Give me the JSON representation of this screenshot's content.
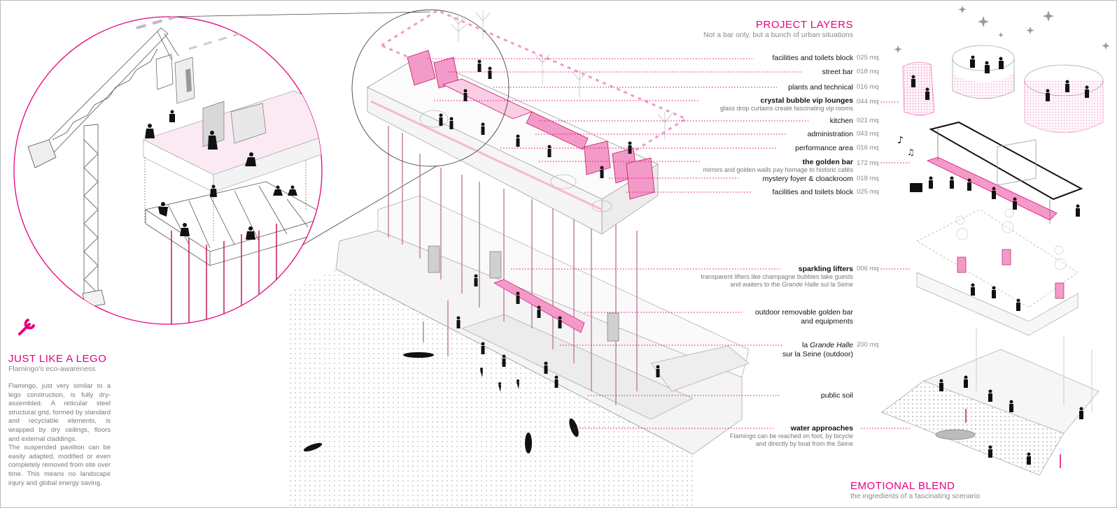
{
  "lego": {
    "title": "JUST LIKE A LEGO",
    "subtitle": "Flamingo's eco-awareness",
    "paragraph_1": "Flamingo, just very similar to a lego construction, is fully dry-assembled. A reticular steel structural grid, formed by standard and recyclable elements, is wrapped by dry ceilings, floors and external claddings.",
    "paragraph_2": "The suspended pavillion can be easily adapted, modified or even completely removed from site over time. This means no landscape injury and global energy saving.",
    "icon": "wrench-icon"
  },
  "project_layers": {
    "title": "PROJECT LAYERS",
    "subtitle": "Not a bar only, but a bunch of urban situations",
    "items": [
      {
        "label": "facilities and toilets block",
        "qty": "025 mq"
      },
      {
        "label": "street bar",
        "qty": "018 mq"
      },
      {
        "label": "plants and technical",
        "qty": "016 mq"
      },
      {
        "label": "crystal bubble vip lounges",
        "qty": "044 mq",
        "note": "glass drop curtains create fascinating vip rooms"
      },
      {
        "label": "kitchen",
        "qty": "021 mq"
      },
      {
        "label": "administration",
        "qty": "043 mq"
      },
      {
        "label": "performance area",
        "qty": "016 mq"
      },
      {
        "label": "the golden bar",
        "qty": "172 mq",
        "note": "mirrors and golden walls pay homage to historic cafés"
      },
      {
        "label": "mystery foyer & cloackroom",
        "qty": "018 mq"
      },
      {
        "label": "facilities and toilets block",
        "qty": "025 mq"
      }
    ],
    "lower_items": {
      "lifters": {
        "label": "sparkling lifters",
        "qty": "006 mq",
        "note_line_1": "transparent lifters like champagne bubbles take guests",
        "note_line_2_a": "and waiters to the ",
        "note_line_2_b": "Grande Halle",
        "note_line_2_c": " sul la Seine"
      },
      "golden_bar_outdoor": {
        "line_1": "outdoor removable golden bar",
        "line_2": "and equipments"
      },
      "grande_halle": {
        "line_1_a": "la ",
        "line_1_b": "Grande Halle",
        "line_2": "sur la Seine (outdoor)",
        "qty": "200 mq"
      },
      "public_soil": {
        "label": "public soil"
      },
      "water": {
        "label": "water approaches",
        "note_line_1": "Flamingo can be reached on foot, by bicycle",
        "note_line_2": "and directly by boat from the Seine"
      }
    }
  },
  "emotional_blend": {
    "title": "EMOTIONAL BLEND",
    "subtitle": "the ingredients of a fascinating scenario"
  },
  "colors": {
    "accent": "#e6007e",
    "accent_light": "#f7b7d8",
    "line_gray": "#9a9a9a",
    "text_gray": "#7a7a7a"
  }
}
